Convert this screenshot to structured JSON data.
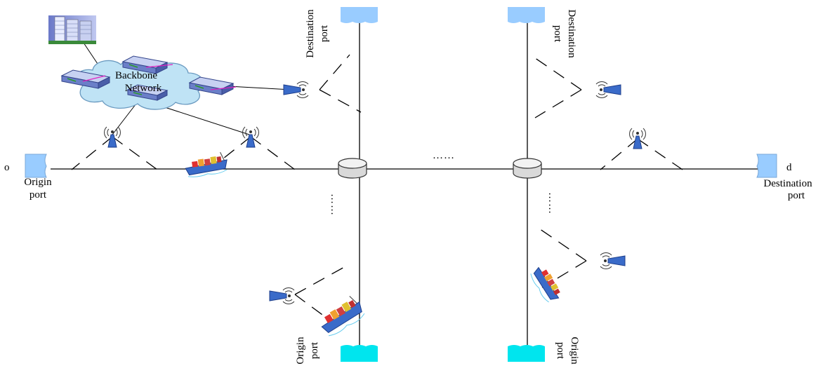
{
  "labels": {
    "backbone": "Backbone",
    "network": "Network",
    "o": "o",
    "d": "d",
    "origin": "Origin",
    "port": "port",
    "destination": "Destination",
    "ellipsis_h": "……",
    "ellipsis_v": "……"
  },
  "colors": {
    "port_fill_blue": "#99ccff",
    "port_fill_cyan": "#00e5ee",
    "cloud_fill": "#bfe3f5",
    "antenna_blue": "#3a6bc9",
    "line": "#000000"
  }
}
